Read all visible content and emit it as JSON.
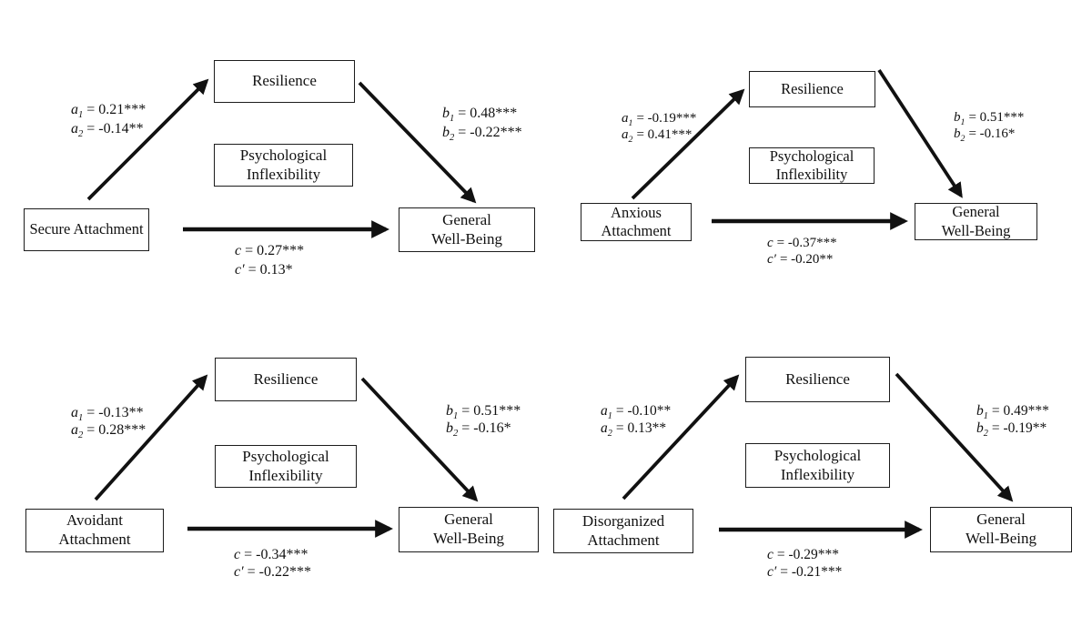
{
  "figure": {
    "background_color": "#ffffff",
    "ink_color": "#111111"
  },
  "panels": [
    {
      "id": "secure-attachment-model",
      "predictor": "Secure Attachment",
      "mediator": "Resilience",
      "inflexibility": "Psychological\nInflexibility",
      "outcome": "General\nWell-Being",
      "coefficients": {
        "a1": {
          "var": "a",
          "sub": "1",
          "eq": "= 0.21***"
        },
        "a2": {
          "var": "a",
          "sub": "2",
          "eq": "= -0.14**"
        },
        "b1": {
          "var": "b",
          "sub": "1",
          "eq": "= 0.48***"
        },
        "b2": {
          "var": "b",
          "sub": "2",
          "eq": "= -0.22***"
        },
        "c": {
          "var": "c",
          "sub": "",
          "eq": "= 0.27***"
        },
        "cp": {
          "var": "c′",
          "sub": "",
          "eq": "= 0.13*"
        }
      }
    },
    {
      "id": "anxious-attachment-model",
      "predictor": "Anxious\nAttachment",
      "mediator": "Resilience",
      "inflexibility": "Psychological\nInflexibility",
      "outcome": "General\nWell-Being",
      "coefficients": {
        "a1": {
          "var": "a",
          "sub": "1",
          "eq": "= -0.19***"
        },
        "a2": {
          "var": "a",
          "sub": "2",
          "eq": "= 0.41***"
        },
        "b1": {
          "var": "b",
          "sub": "1",
          "eq": "= 0.51***"
        },
        "b2": {
          "var": "b",
          "sub": "2",
          "eq": "= -0.16*"
        },
        "c": {
          "var": "c",
          "sub": "",
          "eq": "= -0.37***"
        },
        "cp": {
          "var": "c′",
          "sub": "",
          "eq": "= -0.20**"
        }
      }
    },
    {
      "id": "avoidant-attachment-model",
      "predictor": "Avoidant\nAttachment",
      "mediator": "Resilience",
      "inflexibility": "Psychological\nInflexibility",
      "outcome": "General\nWell-Being",
      "coefficients": {
        "a1": {
          "var": "a",
          "sub": "1",
          "eq": "= -0.13**"
        },
        "a2": {
          "var": "a",
          "sub": "2",
          "eq": "= 0.28***"
        },
        "b1": {
          "var": "b",
          "sub": "1",
          "eq": "= 0.51***"
        },
        "b2": {
          "var": "b",
          "sub": "2",
          "eq": "= -0.16*"
        },
        "c": {
          "var": "c",
          "sub": "",
          "eq": "= -0.34***"
        },
        "cp": {
          "var": "c′",
          "sub": "",
          "eq": "= -0.22***"
        }
      }
    },
    {
      "id": "disorganized-attachment-model",
      "predictor": "Disorganized\nAttachment",
      "mediator": "Resilience",
      "inflexibility": "Psychological\nInflexibility",
      "outcome": "General\nWell-Being",
      "coefficients": {
        "a1": {
          "var": "a",
          "sub": "1",
          "eq": "= -0.10**"
        },
        "a2": {
          "var": "a",
          "sub": "2",
          "eq": "= 0.13**"
        },
        "b1": {
          "var": "b",
          "sub": "1",
          "eq": "= 0.49***"
        },
        "b2": {
          "var": "b",
          "sub": "2",
          "eq": "= -0.19**"
        },
        "c": {
          "var": "c",
          "sub": "",
          "eq": "= -0.29***"
        },
        "cp": {
          "var": "c′",
          "sub": "",
          "eq": "= -0.21***"
        }
      }
    }
  ]
}
